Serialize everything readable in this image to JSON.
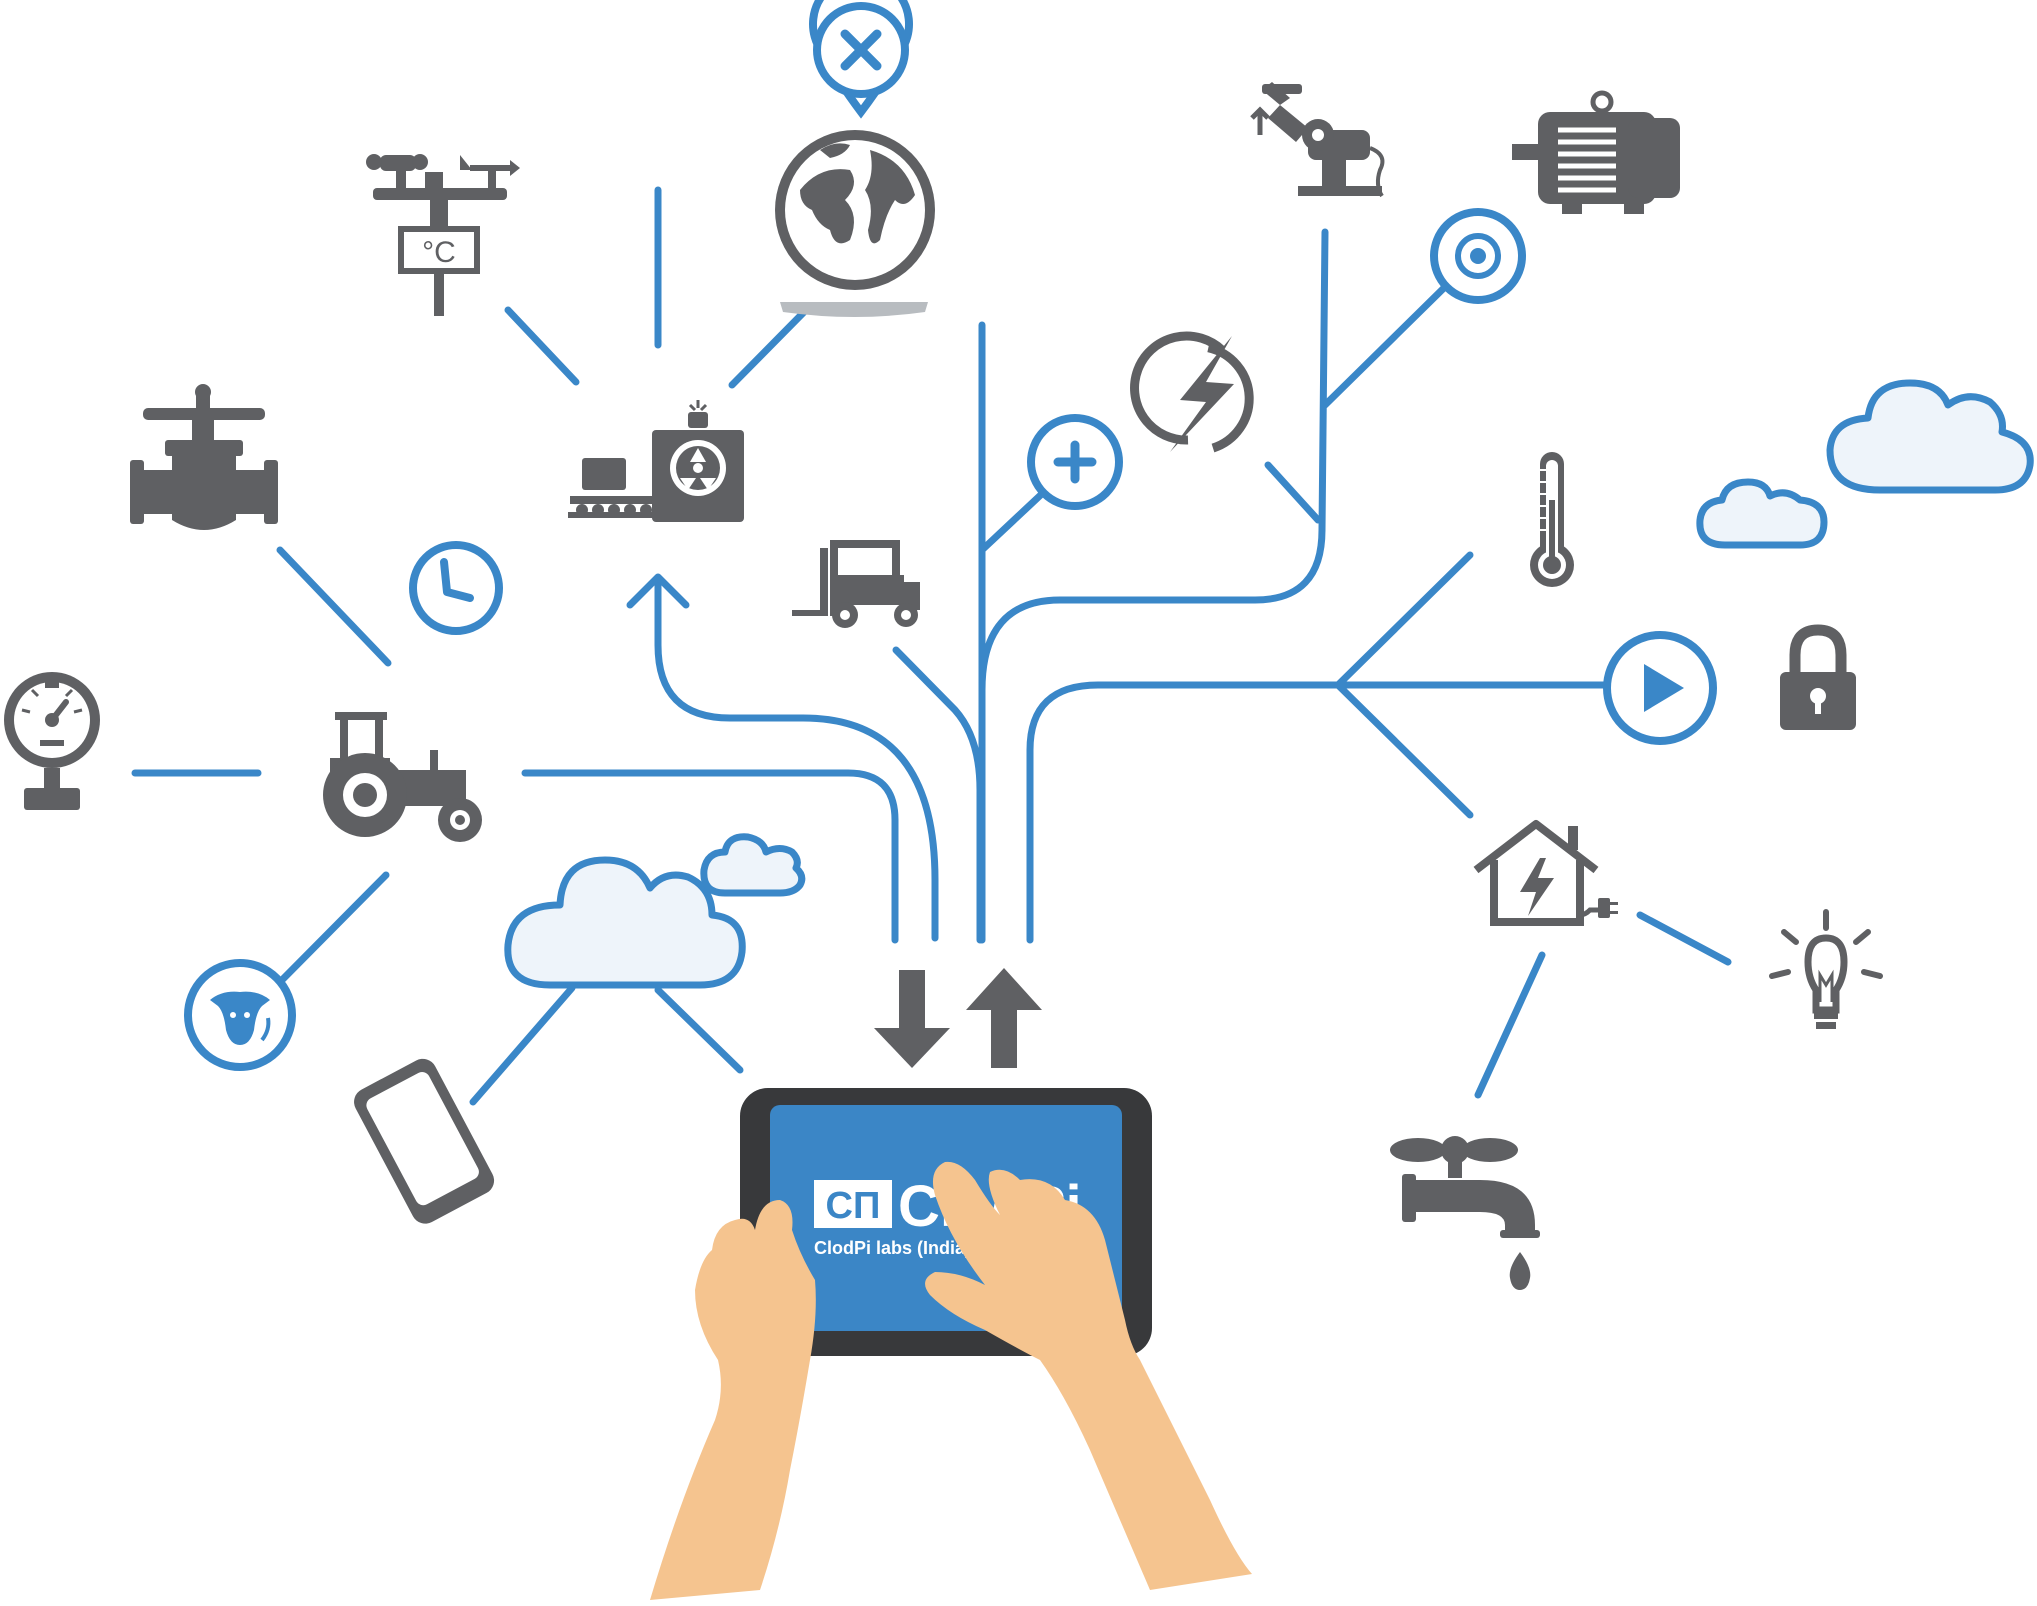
{
  "colors": {
    "line": "#3a87c8",
    "icon": "#5f6063",
    "cloud_fill": "#eef4fa",
    "tablet_frame": "#38393b",
    "tablet_screen": "#3b86c6",
    "skin": "#f5c48f",
    "globe_base": "#b8bcc0"
  },
  "tablet": {
    "logo_mark": "CΠ",
    "brand_text": "ClodPi",
    "company_text": "ClodPi labs (India) Priv"
  },
  "thermo_unit": "°C",
  "icons": [
    "weather-station-icon",
    "globe-icon",
    "location-cancel-pin-icon",
    "robot-arm-icon",
    "electric-motor-icon",
    "target-icon",
    "power-icon",
    "add-icon",
    "radiation-machine-icon",
    "valve-icon",
    "clock-icon",
    "forklift-icon",
    "thermometer-icon",
    "cloud-icon",
    "play-icon",
    "lock-icon",
    "pressure-gauge-icon",
    "tractor-icon",
    "smart-home-icon",
    "livestock-icon",
    "smartphone-icon",
    "light-bulb-icon",
    "water-tap-icon",
    "download-arrow-icon",
    "upload-arrow-icon",
    "tablet-icon",
    "hands-icon"
  ]
}
